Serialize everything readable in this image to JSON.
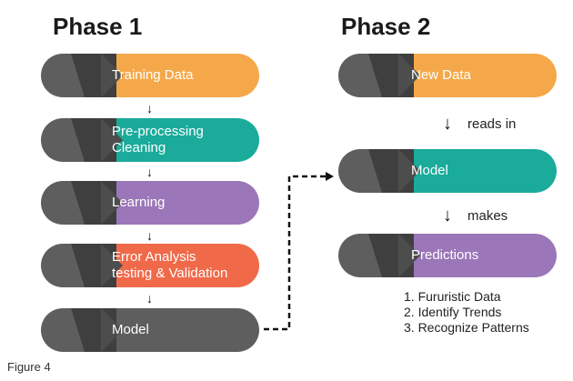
{
  "phase1": {
    "title": "Phase 1",
    "steps": [
      {
        "label": "Training Data",
        "color": "#f5a84a"
      },
      {
        "label": "Pre-processing\nCleaning",
        "color": "#1aab9b"
      },
      {
        "label": "Learning",
        "color": "#9b76b8"
      },
      {
        "label": "Error Analysis\ntesting & Validation",
        "color": "#f06a4a"
      },
      {
        "label": "Model",
        "color": "#5e5e5e"
      }
    ],
    "arrow_glyph": "↓"
  },
  "phase2": {
    "title": "Phase 2",
    "steps": [
      {
        "label": "New Data",
        "color": "#f5a84a"
      },
      {
        "label": "Model",
        "color": "#1aab9b"
      },
      {
        "label": "Predictions",
        "color": "#9b76b8"
      }
    ],
    "connectors": [
      {
        "glyph": "↓",
        "label": "reads in"
      },
      {
        "glyph": "↓",
        "label": "makes"
      }
    ],
    "outputs": [
      "1. Fururistic Data",
      "2. Identify Trends",
      "3. Recognize Patterns"
    ]
  },
  "caption": "Figure 4"
}
